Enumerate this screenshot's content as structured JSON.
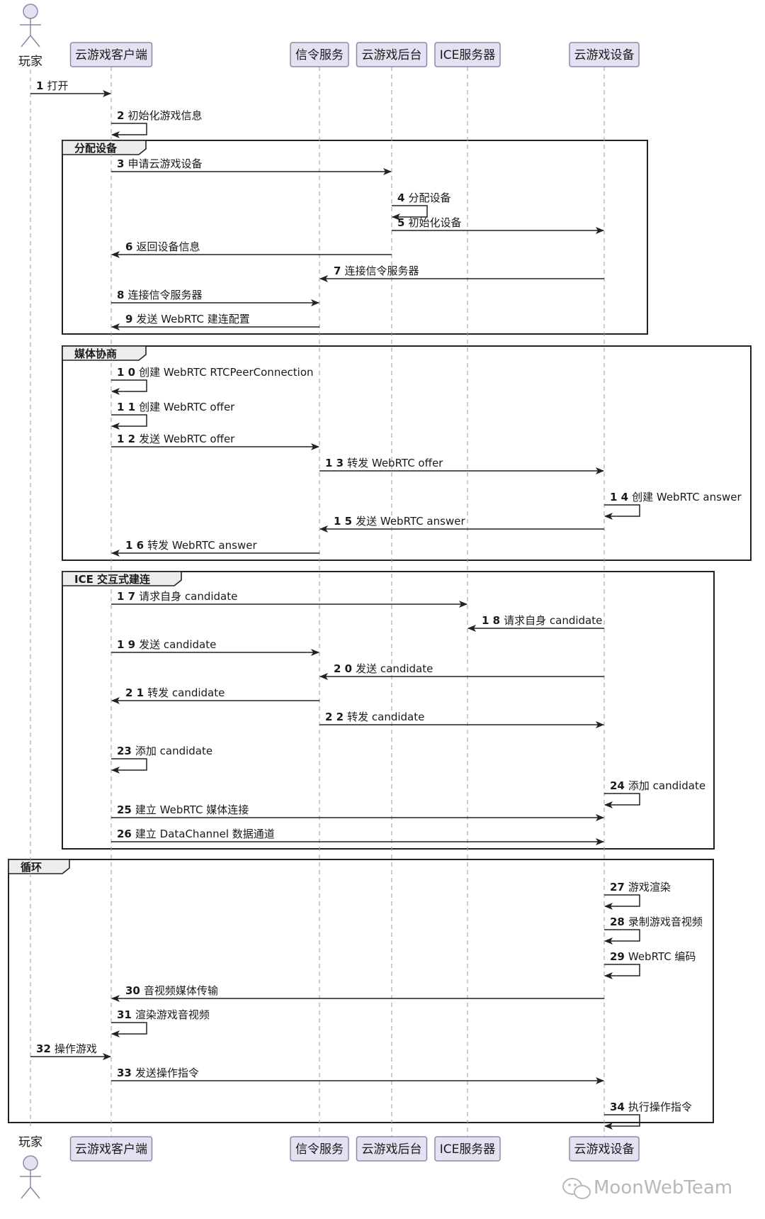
{
  "participants": [
    {
      "id": "player",
      "label": "玩家",
      "kind": "actor"
    },
    {
      "id": "client",
      "label": "云游戏客户端",
      "kind": "box"
    },
    {
      "id": "signal",
      "label": "信令服务",
      "kind": "box"
    },
    {
      "id": "backend",
      "label": "云游戏后台",
      "kind": "box"
    },
    {
      "id": "ice",
      "label": "ICE服务器",
      "kind": "box"
    },
    {
      "id": "device",
      "label": "云游戏设备",
      "kind": "box"
    }
  ],
  "groups": [
    {
      "title": "分配设备",
      "first": 3,
      "last": 9
    },
    {
      "title": "媒体协商",
      "first": 10,
      "last": 16
    },
    {
      "title": "ICE 交互式建连",
      "first": 17,
      "last": 26
    },
    {
      "title": "循环",
      "first": 27,
      "last": 34
    }
  ],
  "messages": [
    {
      "n": "1",
      "from": "player",
      "to": "client",
      "text": "打开"
    },
    {
      "n": "2",
      "from": "client",
      "to": "client",
      "text": "初始化游戏信息"
    },
    {
      "n": "3",
      "from": "client",
      "to": "backend",
      "text": "申请云游戏设备"
    },
    {
      "n": "4",
      "from": "backend",
      "to": "backend",
      "text": "分配设备"
    },
    {
      "n": "5",
      "from": "backend",
      "to": "device",
      "text": "初始化设备"
    },
    {
      "n": "6",
      "from": "backend",
      "to": "client",
      "text": "返回设备信息"
    },
    {
      "n": "7",
      "from": "device",
      "to": "signal",
      "text": "连接信令服务器"
    },
    {
      "n": "8",
      "from": "client",
      "to": "signal",
      "text": "连接信令服务器"
    },
    {
      "n": "9",
      "from": "signal",
      "to": "client",
      "text": "发送 WebRTC 建连配置"
    },
    {
      "n": "1 0",
      "from": "client",
      "to": "client",
      "text": "创建 WebRTC RTCPeerConnection"
    },
    {
      "n": "1 1",
      "from": "client",
      "to": "client",
      "text": "创建 WebRTC offer"
    },
    {
      "n": "1 2",
      "from": "client",
      "to": "signal",
      "text": "发送 WebRTC offer"
    },
    {
      "n": "1 3",
      "from": "signal",
      "to": "device",
      "text": "转发 WebRTC offer"
    },
    {
      "n": "1 4",
      "from": "device",
      "to": "device",
      "text": "创建 WebRTC answer"
    },
    {
      "n": "1 5",
      "from": "device",
      "to": "signal",
      "text": "发送 WebRTC answer"
    },
    {
      "n": "1 6",
      "from": "signal",
      "to": "client",
      "text": "转发 WebRTC answer"
    },
    {
      "n": "1 7",
      "from": "client",
      "to": "ice",
      "text": "请求自身 candidate"
    },
    {
      "n": "1 8",
      "from": "device",
      "to": "ice",
      "text": "请求自身 candidate"
    },
    {
      "n": "1 9",
      "from": "client",
      "to": "signal",
      "text": "发送 candidate"
    },
    {
      "n": "2 0",
      "from": "device",
      "to": "signal",
      "text": "发送 candidate"
    },
    {
      "n": "2 1",
      "from": "signal",
      "to": "client",
      "text": "转发 candidate"
    },
    {
      "n": "2 2",
      "from": "signal",
      "to": "device",
      "text": "转发 candidate"
    },
    {
      "n": "23",
      "from": "client",
      "to": "client",
      "text": "添加 candidate"
    },
    {
      "n": "24",
      "from": "device",
      "to": "device",
      "text": "添加 candidate"
    },
    {
      "n": "25",
      "from": "client",
      "to": "device",
      "text": "建立 WebRTC 媒体连接"
    },
    {
      "n": "26",
      "from": "client",
      "to": "device",
      "text": "建立 DataChannel 数据通道"
    },
    {
      "n": "27",
      "from": "device",
      "to": "device",
      "text": "游戏渲染"
    },
    {
      "n": "28",
      "from": "device",
      "to": "device",
      "text": "录制游戏音视频"
    },
    {
      "n": "29",
      "from": "device",
      "to": "device",
      "text": "WebRTC 编码"
    },
    {
      "n": "30",
      "from": "device",
      "to": "client",
      "text": "音视频媒体传输"
    },
    {
      "n": "31",
      "from": "client",
      "to": "client",
      "text": "渲染游戏音视频"
    },
    {
      "n": "32",
      "from": "player",
      "to": "client",
      "text": "操作游戏"
    },
    {
      "n": "33",
      "from": "client",
      "to": "device",
      "text": "发送操作指令"
    },
    {
      "n": "34",
      "from": "device",
      "to": "device",
      "text": "执行操作指令"
    }
  ],
  "watermark": "MoonWebTeam",
  "colors": {
    "participant_fill": "#e3e2f3",
    "participant_stroke": "#8a89a6",
    "line": "#222222",
    "lifeline": "#999999",
    "watermark": "#b8b8b8"
  }
}
